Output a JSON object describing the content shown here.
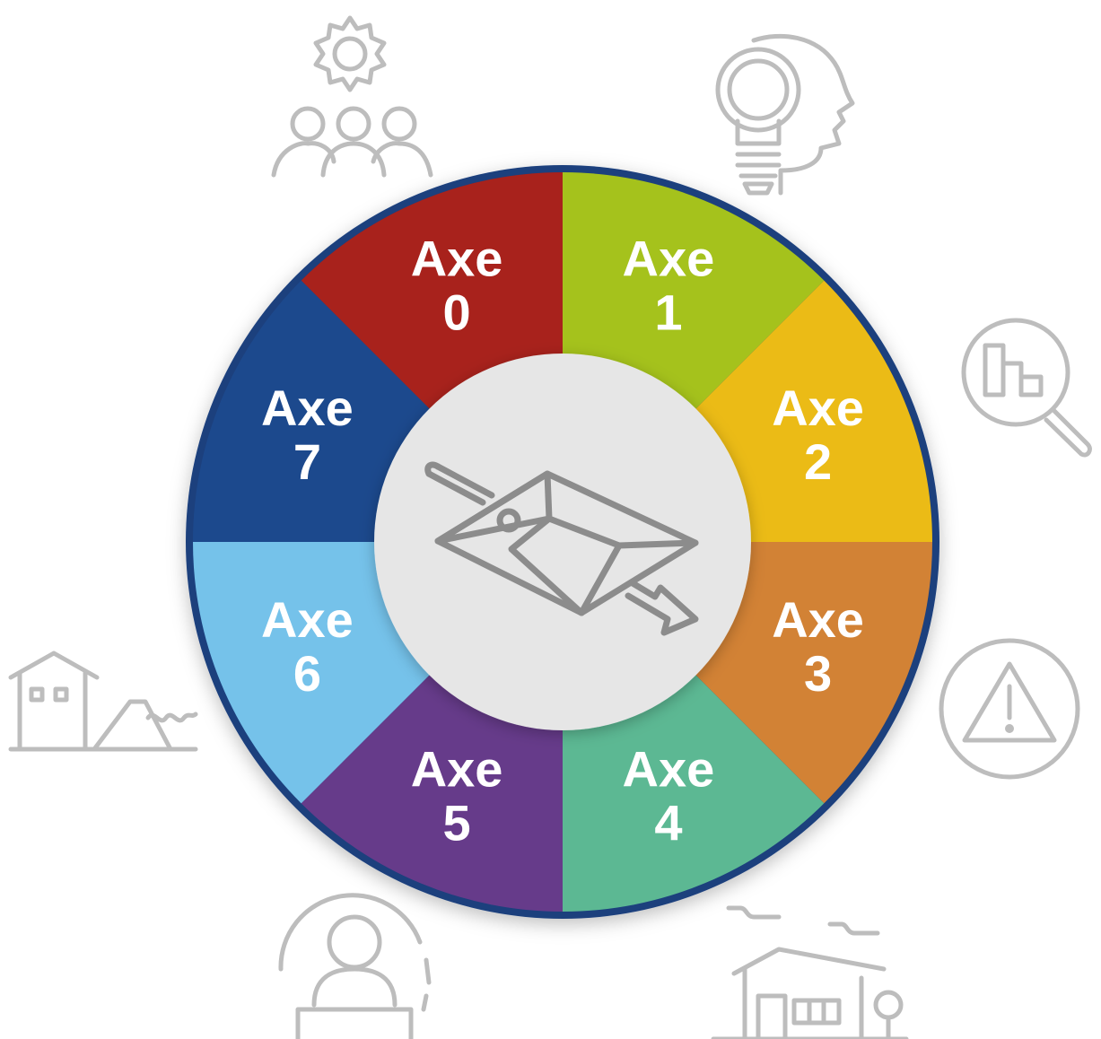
{
  "wheel": {
    "segments": [
      {
        "id": "axe-0",
        "line1": "Axe",
        "line2": "0",
        "color": "#a8201a"
      },
      {
        "id": "axe-1",
        "line1": "Axe",
        "line2": "1",
        "color": "#a5c21c"
      },
      {
        "id": "axe-2",
        "line1": "Axe",
        "line2": "2",
        "color": "#ebbb12"
      },
      {
        "id": "axe-3",
        "line1": "Axe",
        "line2": "3",
        "color": "#d28236"
      },
      {
        "id": "axe-4",
        "line1": "Axe",
        "line2": "4",
        "color": "#5cb893"
      },
      {
        "id": "axe-5",
        "line1": "Axe",
        "line2": "5",
        "color": "#663a8a"
      },
      {
        "id": "axe-6",
        "line1": "Axe",
        "line2": "6",
        "color": "#75c2ea"
      },
      {
        "id": "axe-7",
        "line1": "Axe",
        "line2": "7",
        "color": "#1b4a8d"
      }
    ],
    "rim_color": "#1b3f7d",
    "hub_color": "#e6e6e6",
    "center_icon": "wheelbarrow-icon"
  },
  "outer_icons": [
    "gear-people-icon",
    "lightbulb-head-icon",
    "chart-magnifier-icon",
    "warning-circle-icon",
    "house-factory-icon",
    "person-computer-icon",
    "house-landscape-icon"
  ],
  "icon_color": "#bdbdbd"
}
